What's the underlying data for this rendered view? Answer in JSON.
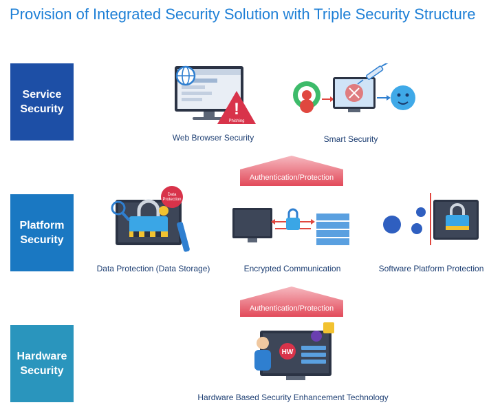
{
  "title": "Provision of Integrated Security Solution with Triple Security Structure",
  "tiers": [
    {
      "line1": "Service",
      "line2": "Security"
    },
    {
      "line1": "Platform",
      "line2": "Security"
    },
    {
      "line1": "Hardware",
      "line2": "Security"
    }
  ],
  "service_items": [
    "Web Browser Security",
    "Smart Security"
  ],
  "platform_items": [
    "Data Protection (Data Storage)",
    "Encrypted Communication",
    "Software Platform Protection"
  ],
  "hardware_items": [
    "Hardware Based Security Enhancement Technology"
  ],
  "connector_label": "Authentication/Protection",
  "badges": {
    "phishing": "Phishing",
    "data_protection_line1": "Data",
    "data_protection_line2": "Protection",
    "hw": "HW"
  },
  "colors": {
    "title": "#1d7fd6",
    "service_tier": "#1d4fa6",
    "platform_tier": "#1a78c2",
    "hardware_tier": "#2a95bd",
    "connector": "#e24a5a"
  }
}
